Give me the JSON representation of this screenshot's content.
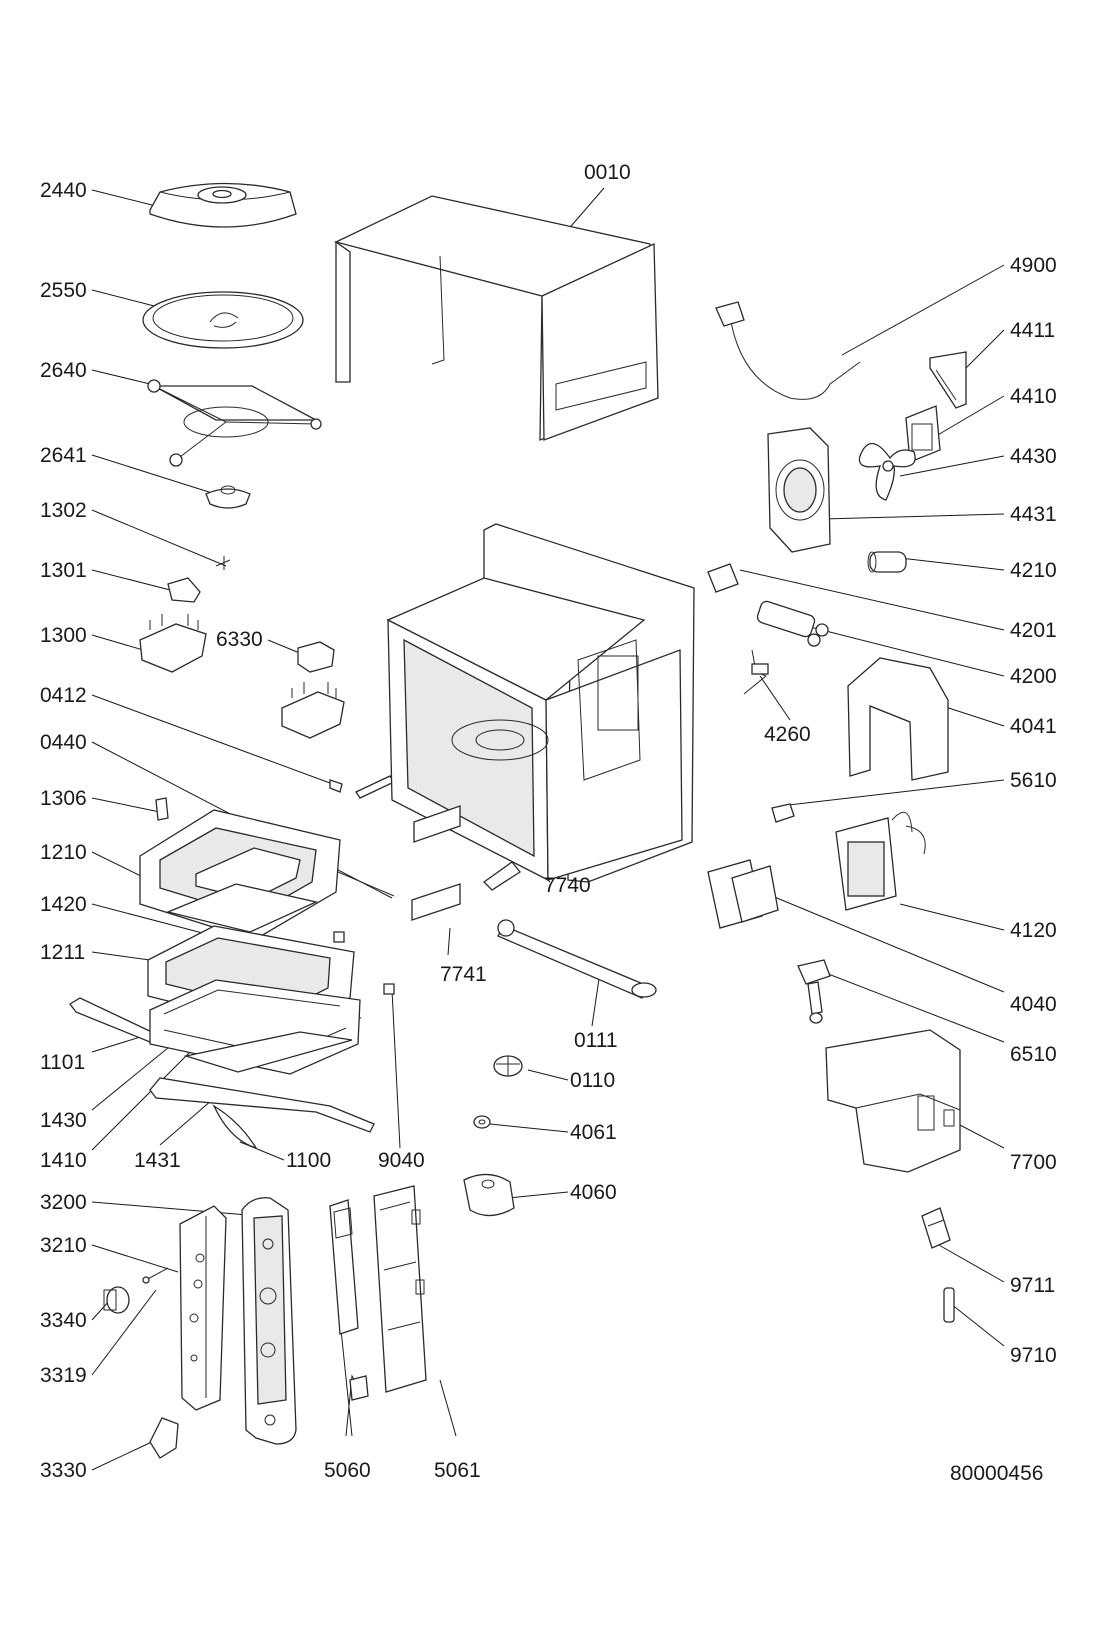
{
  "drawing_number": "80000456",
  "labels": {
    "l2440": "2440",
    "l2550": "2550",
    "l2640": "2640",
    "l2641": "2641",
    "l1302": "1302",
    "l1301": "1301",
    "l1300": "1300",
    "l6330": "6330",
    "l0412": "0412",
    "l0440": "0440",
    "l1306": "1306",
    "l1210": "1210",
    "l1420": "1420",
    "l1211": "1211",
    "l1101": "1101",
    "l1430": "1430",
    "l1410": "1410",
    "l1431": "1431",
    "l1100": "1100",
    "l9040": "9040",
    "l3200": "3200",
    "l3210": "3210",
    "l3340": "3340",
    "l3319": "3319",
    "l3330": "3330",
    "l5060": "5060",
    "l5061": "5061",
    "l0010": "0010",
    "l7740": "7740",
    "l7741": "7741",
    "l0111": "0111",
    "l0110": "0110",
    "l4061": "4061",
    "l4060": "4060",
    "l4900": "4900",
    "l4411": "4411",
    "l4410": "4410",
    "l4430": "4430",
    "l4431": "4431",
    "l4210": "4210",
    "l4201": "4201",
    "l4200": "4200",
    "l4260": "4260",
    "l4041": "4041",
    "l5610": "5610",
    "l4120": "4120",
    "l4040": "4040",
    "l6510": "6510",
    "l7700": "7700",
    "l9711": "9711",
    "l9710": "9710"
  }
}
